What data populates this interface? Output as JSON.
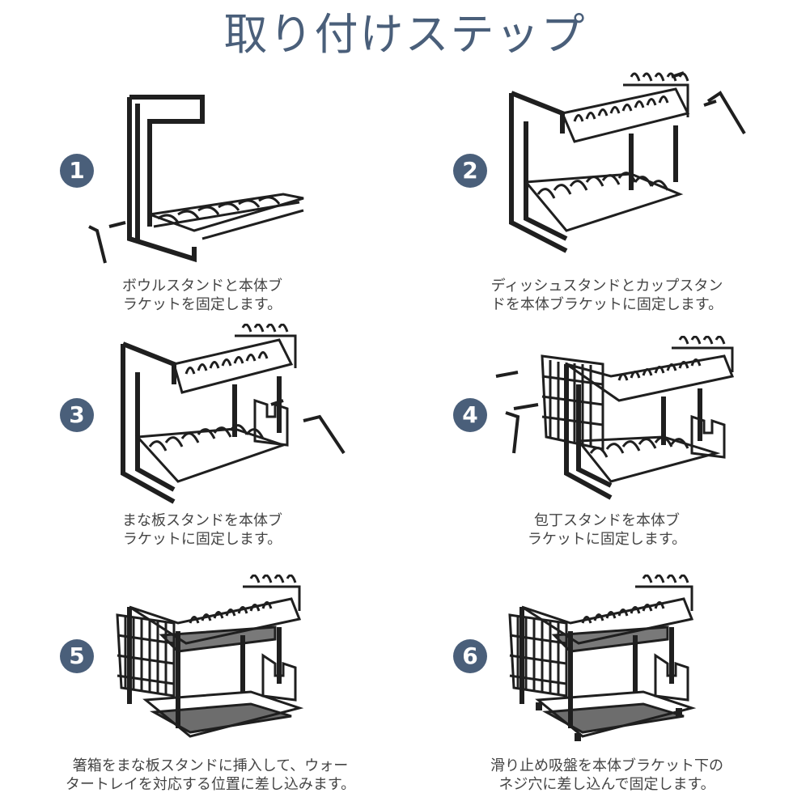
{
  "title": "取り付けステップ",
  "colors": {
    "accent": "#4a5f7a",
    "rack": "#1f1f1f",
    "text": "#444444"
  },
  "steps": [
    {
      "number": "1",
      "caption": [
        "ボウルスタンドと本体ブ",
        "ラケットを固定します。"
      ]
    },
    {
      "number": "2",
      "caption": [
        "ディッシュスタンドとカップスタン",
        "ドを本体ブラケットに固定します。"
      ]
    },
    {
      "number": "3",
      "caption": [
        "まな板スタンドを本体ブ",
        "ラケットに固定します。"
      ]
    },
    {
      "number": "4",
      "caption": [
        "包丁スタンドを本体ブ",
        "ラケットに固定します。"
      ]
    },
    {
      "number": "5",
      "caption": [
        "箸箱をまな板スタンドに挿入して、ウォー",
        "タートレイを対応する位置に差し込みます。"
      ]
    },
    {
      "number": "6",
      "caption": [
        "滑り止め吸盤を本体ブラケット下の",
        "ネジ穴に差し込んで固定します。"
      ]
    }
  ]
}
